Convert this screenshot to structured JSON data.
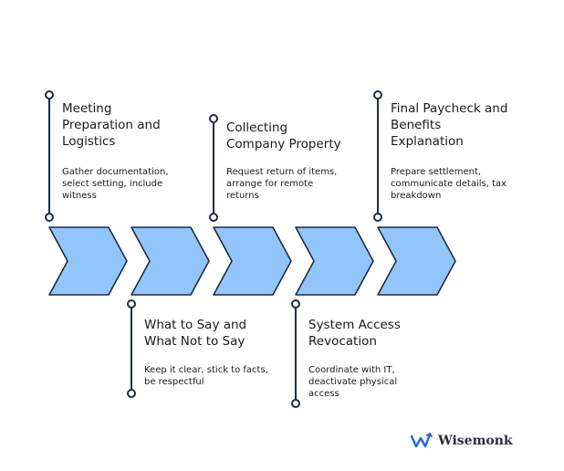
{
  "steps": [
    {
      "title": "Meeting\nPreparation and\nLogistics",
      "description": "Gather documentation,\nselect setting, include\nwitness"
    },
    {
      "title": "What to Say and\nWhat Not to Say",
      "description": "Keep it clear, stick to facts,\nbe respectful"
    },
    {
      "title": "Collecting\nCompany Property",
      "description": "Request return of items,\narrange for remote\nreturns"
    },
    {
      "title": "System Access\nRevocation",
      "description": "Coordinate with IT,\ndeactivate physical\naccess"
    },
    {
      "title": "Final Paycheck and\nBenefits\nExplanation",
      "description": "Prepare settlement,\ncommunicate details, tax\nbreakdown"
    }
  ],
  "colors": {
    "chevron_fill": "#93c5fd",
    "chevron_stroke": "#1f2d3d",
    "line": "#1f2d3d"
  },
  "logo": {
    "text": "Wisemonk",
    "icon": "wisemonk-logo-icon"
  }
}
